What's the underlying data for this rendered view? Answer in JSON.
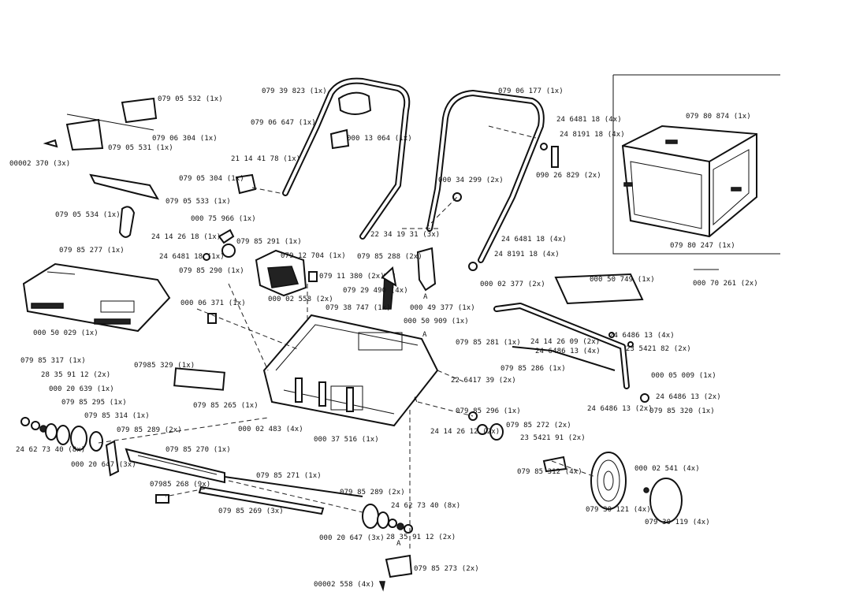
{
  "parts": [
    {
      "id": "p1",
      "label": "079 05 532  (1x)"
    },
    {
      "id": "p2",
      "label": "079 06 304  (1x)"
    },
    {
      "id": "p3",
      "label": "079 05 531  (1x)"
    },
    {
      "id": "p4",
      "label": "00002 370  (3x)"
    },
    {
      "id": "p5",
      "label": "079 05 304  (1x)"
    },
    {
      "id": "p6",
      "label": "079 05 533  (1x)"
    },
    {
      "id": "p7",
      "label": "079 05 534  (1x)"
    },
    {
      "id": "p8",
      "label": "079 39 823  (1x)"
    },
    {
      "id": "p9",
      "label": "079 06 647  (1x)"
    },
    {
      "id": "p10",
      "label": "000 13 064  (1x)"
    },
    {
      "id": "p11",
      "label": "21 14 41 78  (1x)"
    },
    {
      "id": "p12",
      "label": "079 06 177  (1x)"
    },
    {
      "id": "p13",
      "label": "24 6481 18 (4x)"
    },
    {
      "id": "p14",
      "label": "24 8191 18 (4x)"
    },
    {
      "id": "p15",
      "label": "090 26 829  (2x)"
    },
    {
      "id": "p16",
      "label": "079 80 874  (1x)"
    },
    {
      "id": "p17",
      "label": "079 80 247  (1x)"
    },
    {
      "id": "p18",
      "label": "000 34 299 (2x)"
    },
    {
      "id": "p19",
      "label": "22 34 19 31 (3x)"
    },
    {
      "id": "p20",
      "label": "24 6481 18  (4x)"
    },
    {
      "id": "p21",
      "label": "24 8191 18  (4x)"
    },
    {
      "id": "p22",
      "label": "079 85 288  (2x)"
    },
    {
      "id": "p23",
      "label": "000 02 377  (2x)"
    },
    {
      "id": "p24",
      "label": "000 75 966  (1x)"
    },
    {
      "id": "p25",
      "label": "24 14 26 18  (1x)"
    },
    {
      "id": "p26",
      "label": "079 85 291  (1x)"
    },
    {
      "id": "p27",
      "label": "24 6481 18  (1x)"
    },
    {
      "id": "p28",
      "label": "079 85 290  (1x)"
    },
    {
      "id": "p29",
      "label": "079 12 704  (1x)"
    },
    {
      "id": "p30",
      "label": "079 11 380  (2x)"
    },
    {
      "id": "p31",
      "label": "079 85 277  (1x)"
    },
    {
      "id": "p32",
      "label": "000 06 371  (1x)"
    },
    {
      "id": "p33",
      "label": "000 02 558  (2x)"
    },
    {
      "id": "p34",
      "label": "079 29 490  (4x)"
    },
    {
      "id": "p35",
      "label": "079 38 747  (1x)"
    },
    {
      "id": "p36",
      "label": "000 49 377  (1x)"
    },
    {
      "id": "p37",
      "label": "000 50 909  (1x)"
    },
    {
      "id": "p38",
      "label": "000 50 029  (1x)"
    },
    {
      "id": "p39",
      "label": "000 50 749  (1x)"
    },
    {
      "id": "p40",
      "label": "000 70 261  (2x)"
    },
    {
      "id": "p41",
      "label": "079 85 281  (1x)"
    },
    {
      "id": "p42",
      "label": "24 14 26 09 (2x)"
    },
    {
      "id": "p43",
      "label": "24 6486 13 (4x)"
    },
    {
      "id": "p44",
      "label": "24 6486 13  (4x)"
    },
    {
      "id": "p45",
      "label": "23 5421 82  (2x)"
    },
    {
      "id": "p46",
      "label": "079 85 286  (1x)"
    },
    {
      "id": "p47",
      "label": "000 05 009  (1x)"
    },
    {
      "id": "p48",
      "label": "24 6486 13  (2x)"
    },
    {
      "id": "p49",
      "label": "24 6486 13  (2x)"
    },
    {
      "id": "p50",
      "label": "079 85 320  (1x)"
    },
    {
      "id": "p51",
      "label": "079 85 317  (1x)"
    },
    {
      "id": "p52",
      "label": "28 35 91 12  (2x)"
    },
    {
      "id": "p53",
      "label": "000 20 639  (1x)"
    },
    {
      "id": "p54",
      "label": "079 85 295  (1x)"
    },
    {
      "id": "p55",
      "label": "079 85 314  (1x)"
    },
    {
      "id": "p56",
      "label": "079 85 289  (2x)"
    },
    {
      "id": "p57",
      "label": "24 62 73 40  (8x)"
    },
    {
      "id": "p58",
      "label": "000 20 647  (3x)"
    },
    {
      "id": "p59",
      "label": "07985 329  (1x)"
    },
    {
      "id": "p60",
      "label": "079 85 265  (1x)"
    },
    {
      "id": "p61",
      "label": "000 02 483  (4x)"
    },
    {
      "id": "p62",
      "label": "000 37 516  (1x)"
    },
    {
      "id": "p63",
      "label": "22 6417 39  (2x)"
    },
    {
      "id": "p64",
      "label": "079 85 296  (1x)"
    },
    {
      "id": "p65",
      "label": "24 14 26 12  (2x)"
    },
    {
      "id": "p66",
      "label": "079 85 272  (2x)"
    },
    {
      "id": "p67",
      "label": "23 5421 91  (2x)"
    },
    {
      "id": "p68",
      "label": "079 85 270  (1x)"
    },
    {
      "id": "p69",
      "label": "07985 268  (9x)"
    },
    {
      "id": "p70",
      "label": "079 85 271  (1x)"
    },
    {
      "id": "p71",
      "label": "079 85 269  (3x)"
    },
    {
      "id": "p72",
      "label": "079 85 312  (4x)"
    },
    {
      "id": "p73",
      "label": "000 02 541  (4x)"
    },
    {
      "id": "p74",
      "label": "079 30 121  (4x)"
    },
    {
      "id": "p75",
      "label": "079 30 119  (4x)"
    },
    {
      "id": "p76",
      "label": "079 85 289  (2x)"
    },
    {
      "id": "p77",
      "label": "24 62 73 40  (8x)"
    },
    {
      "id": "p78",
      "label": "000 20 647  (3x)"
    },
    {
      "id": "p79",
      "label": "28 35 91 12  (2x)"
    },
    {
      "id": "p80",
      "label": "079 85 273  (2x)"
    },
    {
      "id": "p81",
      "label": "00002 558 (4x)"
    }
  ],
  "markers": [
    "A",
    "A",
    "A",
    "A"
  ]
}
